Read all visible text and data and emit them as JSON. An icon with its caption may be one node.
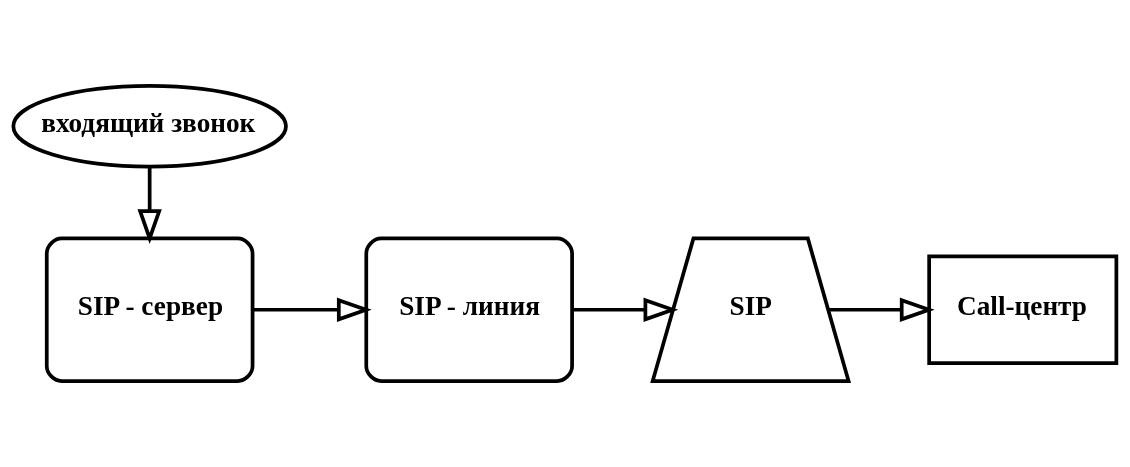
{
  "diagram": {
    "nodes": [
      {
        "text": [
          "входящий звонок"
        ]
      },
      {
        "text": [
          "SIP - сервер"
        ]
      },
      {
        "text": [
          "SIP - линия"
        ]
      },
      {
        "text": [
          "SIP"
        ]
      },
      {
        "text": [
          "Call-центр"
        ]
      }
    ],
    "edges": [
      {
        "from": 0,
        "to": 1,
        "arrow": "to"
      },
      {
        "from": 1,
        "to": 2,
        "arrow": "to"
      },
      {
        "from": 2,
        "to": 3,
        "arrow": "to"
      },
      {
        "from": 3,
        "to": 4,
        "arrow": "to"
      }
    ]
  }
}
